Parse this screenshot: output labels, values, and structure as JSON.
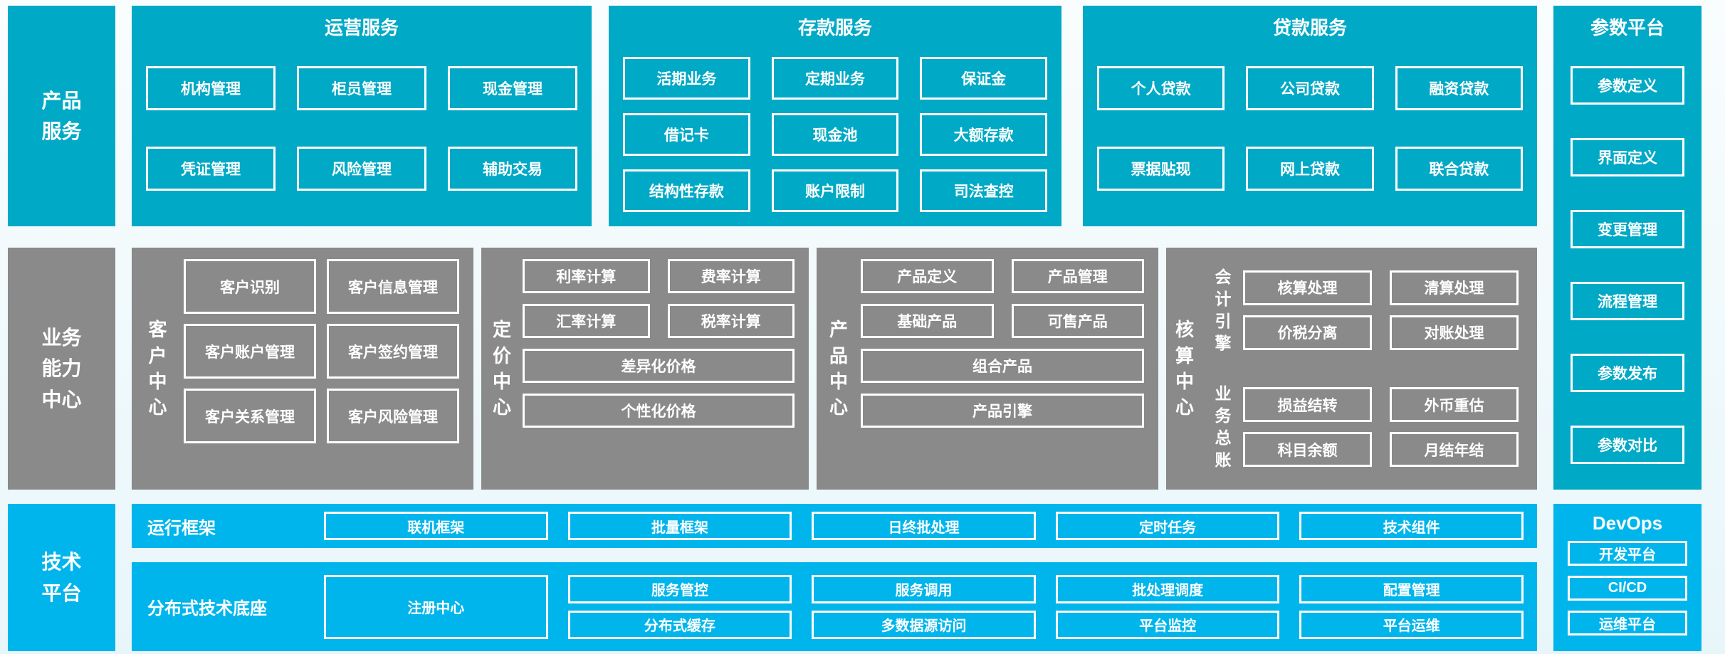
{
  "colors": {
    "teal": "#00a9c5",
    "gray": "#8a8a8a",
    "blue": "#00b5ec",
    "box_border": "#ffffff",
    "text": "#ffffff",
    "background": "#eef8fb"
  },
  "top": {
    "sidebar": "产品服务",
    "sections": [
      {
        "title": "运营服务",
        "items": [
          "机构管理",
          "柜员管理",
          "现金管理",
          "凭证管理",
          "风险管理",
          "辅助交易"
        ]
      },
      {
        "title": "存款服务",
        "items": [
          "活期业务",
          "定期业务",
          "保证金",
          "借记卡",
          "现金池",
          "大额存款",
          "结构性存款",
          "账户限制",
          "司法查控"
        ]
      },
      {
        "title": "贷款服务",
        "items": [
          "个人贷款",
          "公司贷款",
          "融资贷款",
          "票据贴现",
          "网上贷款",
          "联合贷款"
        ]
      }
    ]
  },
  "param": {
    "title": "参数平台",
    "items": [
      "参数定义",
      "界面定义",
      "变更管理",
      "流程管理",
      "参数发布",
      "参数对比"
    ]
  },
  "middle": {
    "sidebar": "业务能力中心",
    "customer": {
      "label": "客户中心",
      "items": [
        "客户识别",
        "客户信息管理",
        "客户账户管理",
        "客户签约管理",
        "客户关系管理",
        "客户风险管理"
      ]
    },
    "pricing": {
      "label": "定价中心",
      "items": [
        "利率计算",
        "费率计算",
        "汇率计算",
        "税率计算"
      ],
      "wide": [
        "差异化价格",
        "个性化价格"
      ]
    },
    "product": {
      "label": "产品中心",
      "items": [
        "产品定义",
        "产品管理",
        "基础产品",
        "可售产品"
      ],
      "wide": [
        "组合产品",
        "产品引擎"
      ]
    },
    "accounting": {
      "label": "核算中心",
      "groups": [
        {
          "label": "会计引擎",
          "items": [
            "核算处理",
            "清算处理",
            "价税分离",
            "对账处理"
          ]
        },
        {
          "label": "业务总账",
          "items": [
            "损益结转",
            "外币重估",
            "科目余额",
            "月结年结"
          ]
        }
      ]
    }
  },
  "bottom": {
    "sidebar": "技术平台",
    "runtime": {
      "label": "运行框架",
      "items": [
        "联机框架",
        "批量框架",
        "日终批处理",
        "定时任务",
        "技术组件"
      ]
    },
    "base": {
      "label": "分布式技术底座",
      "registry": "注册中心",
      "cols": [
        {
          "top": "服务管控",
          "bottom": "分布式缓存"
        },
        {
          "top": "服务调用",
          "bottom": "多数据源访问"
        },
        {
          "top": "批处理调度",
          "bottom": "平台监控"
        },
        {
          "top": "配置管理",
          "bottom": "平台运维"
        }
      ]
    },
    "devops": {
      "title": "DevOps",
      "items": [
        "开发平台",
        "CI/CD",
        "运维平台"
      ]
    }
  }
}
